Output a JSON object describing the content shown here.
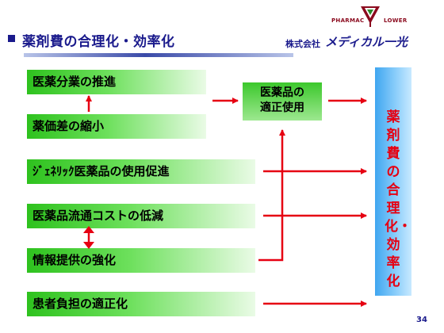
{
  "header": {
    "title": "薬剤費の合理化・効率化",
    "logo_top_left": "PHARMAC",
    "logo_top_right": "LOWER",
    "company_prefix": "株式会社",
    "company_brand": "メディカル一光"
  },
  "left_items": [
    {
      "label": "医薬分業の推進"
    },
    {
      "label": "薬価差の縮小"
    },
    {
      "label": "ｼﾞｪﾈﾘｯｸ医薬品の使用促進"
    },
    {
      "label": "医薬品流通コストの低減"
    },
    {
      "label": "情報提供の強化"
    },
    {
      "label": "患者負担の適正化"
    }
  ],
  "center_box": {
    "line1": "医薬品の",
    "line2": "適正使用"
  },
  "right_box": {
    "label": "薬剤費の合理化・効率化"
  },
  "page_number": "34",
  "colors": {
    "arrow": "#e60012",
    "title": "#1a1a8c",
    "green": "#2ec21e",
    "blue": "#3fa6f0"
  }
}
